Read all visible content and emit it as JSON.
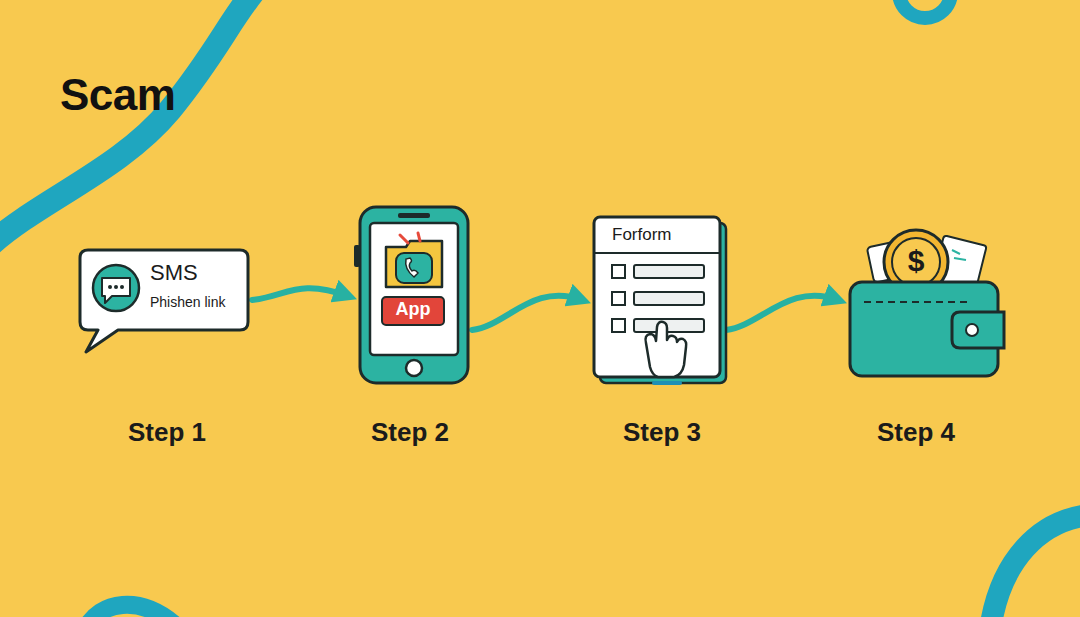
{
  "diagram": {
    "title": "Scam",
    "nodes": [
      {
        "text": [
          "SMS",
          "Phishen link",
          "Step 1"
        ]
      },
      {
        "text": [
          "App",
          "Step 2"
        ]
      },
      {
        "text": [
          "Forform",
          "Step 3"
        ]
      },
      {
        "text": [
          "$",
          "Step 4"
        ]
      }
    ],
    "edges": [
      {
        "from": 0,
        "to": 1,
        "arrow": "to"
      },
      {
        "from": 1,
        "to": 2,
        "arrow": "to"
      },
      {
        "from": 2,
        "to": 3,
        "arrow": "to"
      }
    ]
  }
}
